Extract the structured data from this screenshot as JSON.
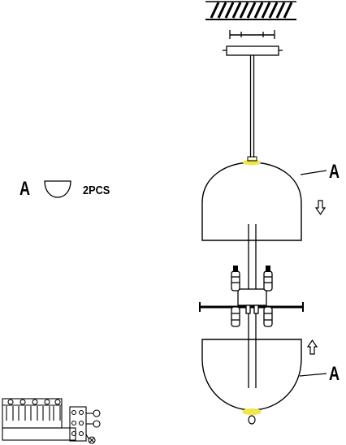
{
  "legend": {
    "part_letter": "A",
    "quantity": "2PCS",
    "part_icon": "half-dome-shade-icon"
  },
  "callouts": {
    "upper_shade": "A",
    "lower_shade": "A"
  },
  "arrows": {
    "upper": "down-arrow-icon",
    "lower": "up-arrow-icon"
  },
  "colors": {
    "line": "#000000",
    "highlight": "#f2e64b"
  }
}
